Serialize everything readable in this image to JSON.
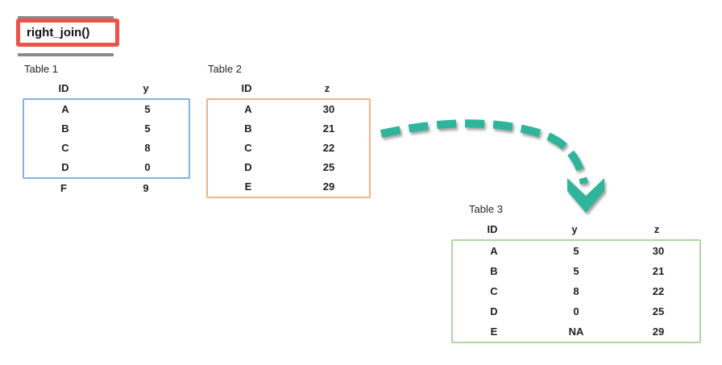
{
  "title": {
    "label": "right_join()",
    "frame_color": "#e9544b",
    "shadow_color": "#8b8b8b"
  },
  "arrow": {
    "description": "dashed-curved-arrow-from-table2-to-table3",
    "color": "#2fb59b"
  },
  "tables": [
    {
      "name": "Table 1",
      "columns": [
        "ID",
        "y"
      ],
      "rows": [
        [
          "A",
          "5"
        ],
        [
          "B",
          "5"
        ],
        [
          "C",
          "8"
        ],
        [
          "D",
          "0"
        ],
        [
          "F",
          "9"
        ]
      ],
      "highlight_rows": 4,
      "border_color": "#7fb2e4"
    },
    {
      "name": "Table 2",
      "columns": [
        "ID",
        "z"
      ],
      "rows": [
        [
          "A",
          "30"
        ],
        [
          "B",
          "21"
        ],
        [
          "C",
          "22"
        ],
        [
          "D",
          "25"
        ],
        [
          "E",
          "29"
        ]
      ],
      "highlight_rows": 5,
      "border_color": "#f5b183"
    },
    {
      "name": "Table 3",
      "columns": [
        "ID",
        "y",
        "z"
      ],
      "rows": [
        [
          "A",
          "5",
          "30"
        ],
        [
          "B",
          "5",
          "21"
        ],
        [
          "C",
          "8",
          "22"
        ],
        [
          "D",
          "0",
          "25"
        ],
        [
          "E",
          "NA",
          "29"
        ]
      ],
      "highlight_rows": 5,
      "border_color": "#aed69f"
    }
  ]
}
